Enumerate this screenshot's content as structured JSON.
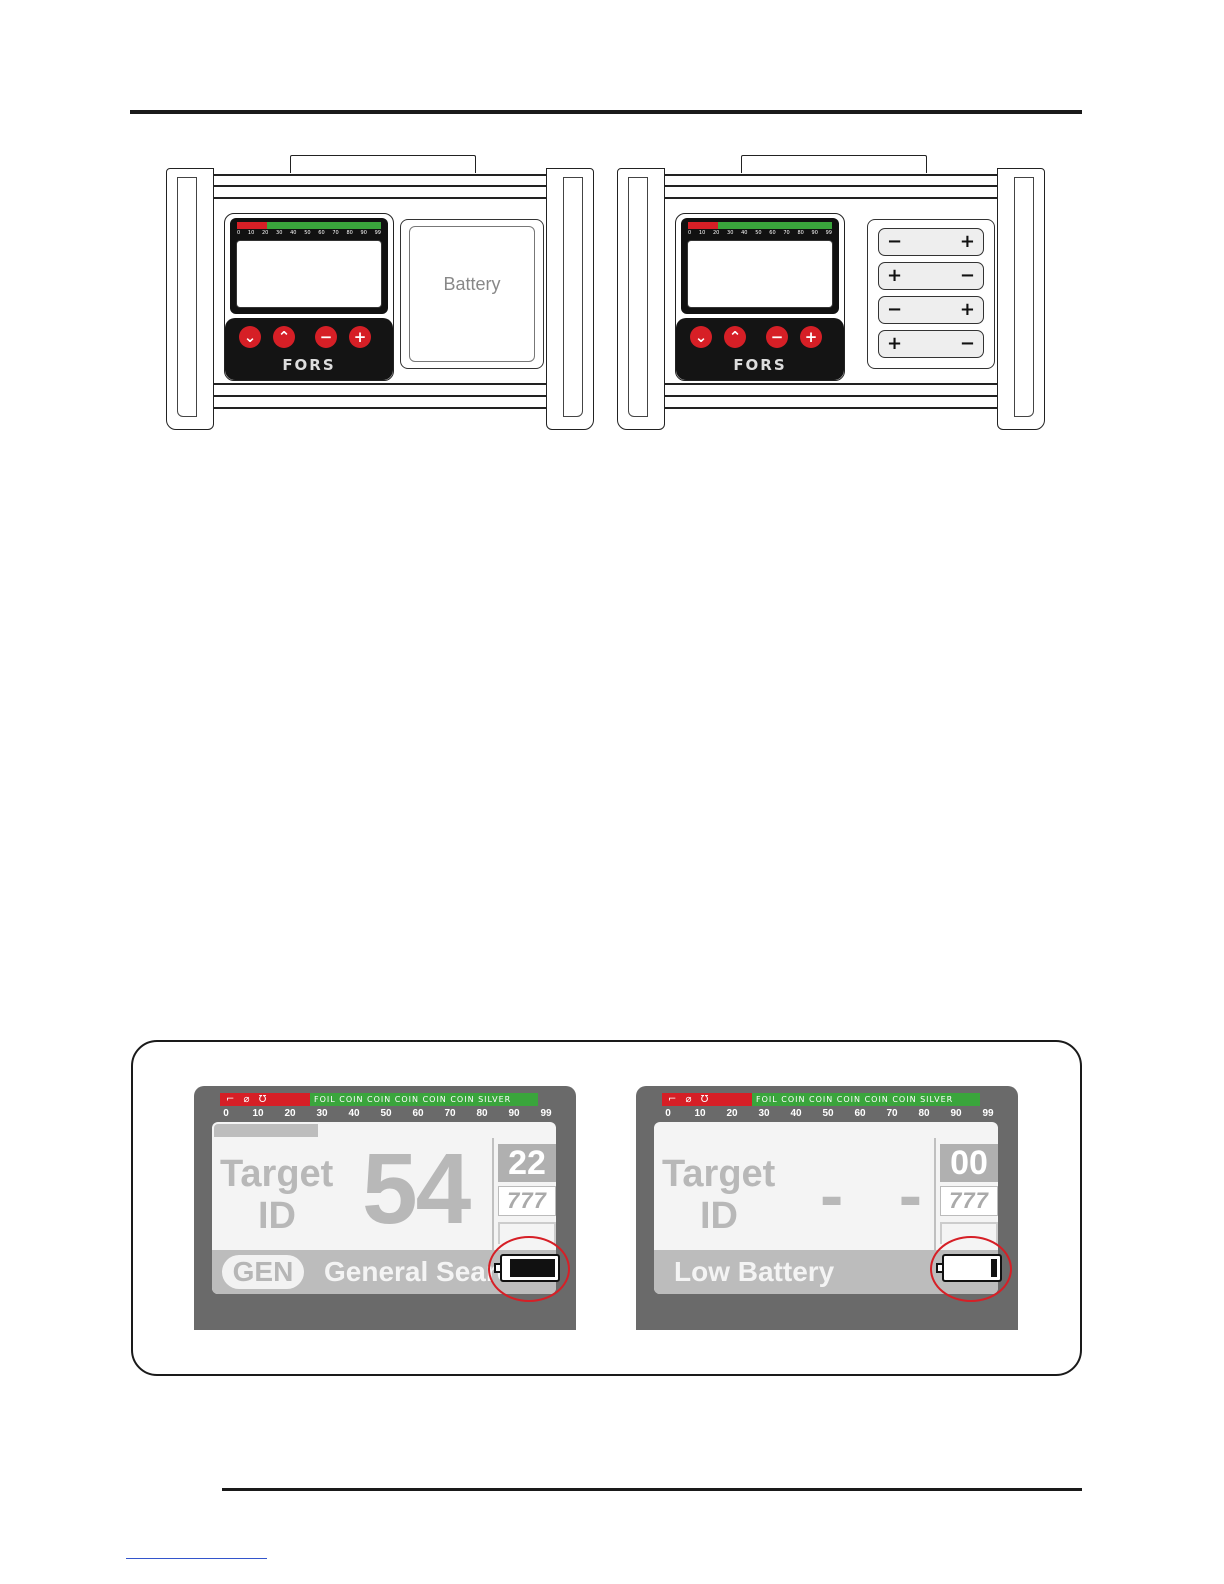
{
  "top_units": {
    "brand": "FORS",
    "scale_numbers": [
      "0",
      "10",
      "20",
      "30",
      "40",
      "50",
      "60",
      "70",
      "80",
      "90",
      "99"
    ],
    "left": {
      "door_label": "Battery"
    },
    "right": {
      "cells": [
        {
          "left": "−",
          "right": "+"
        },
        {
          "left": "+",
          "right": "−"
        },
        {
          "left": "−",
          "right": "+"
        },
        {
          "left": "+",
          "right": "−"
        }
      ]
    },
    "buttons": [
      "⌄",
      "⌃",
      "−",
      "+"
    ]
  },
  "displays": {
    "scale_numbers": [
      "0",
      "10",
      "20",
      "30",
      "40",
      "50",
      "60",
      "70",
      "80",
      "90",
      "99"
    ],
    "strip_red": "⌐ ⌀ Ʊ",
    "strip_green": "FOIL  COIN  COIN  COIN  COIN  COIN  SILVER",
    "left": {
      "target_label": "Target",
      "id_label": "ID",
      "target_id": "54",
      "small_num": "22",
      "hatch": "777",
      "mode_badge": "GEN",
      "mode_text": "General Search",
      "battery_level": 0.9
    },
    "right": {
      "target_label": "Target",
      "id_label": "ID",
      "target_id": "- -",
      "small_num": "00",
      "hatch": "777",
      "mode_text": "Low Battery",
      "battery_level": 0.12
    }
  },
  "colors": {
    "accent_red": "#d61f26",
    "accent_green": "#3aa53c",
    "display_gray": "#6a6a6a"
  }
}
